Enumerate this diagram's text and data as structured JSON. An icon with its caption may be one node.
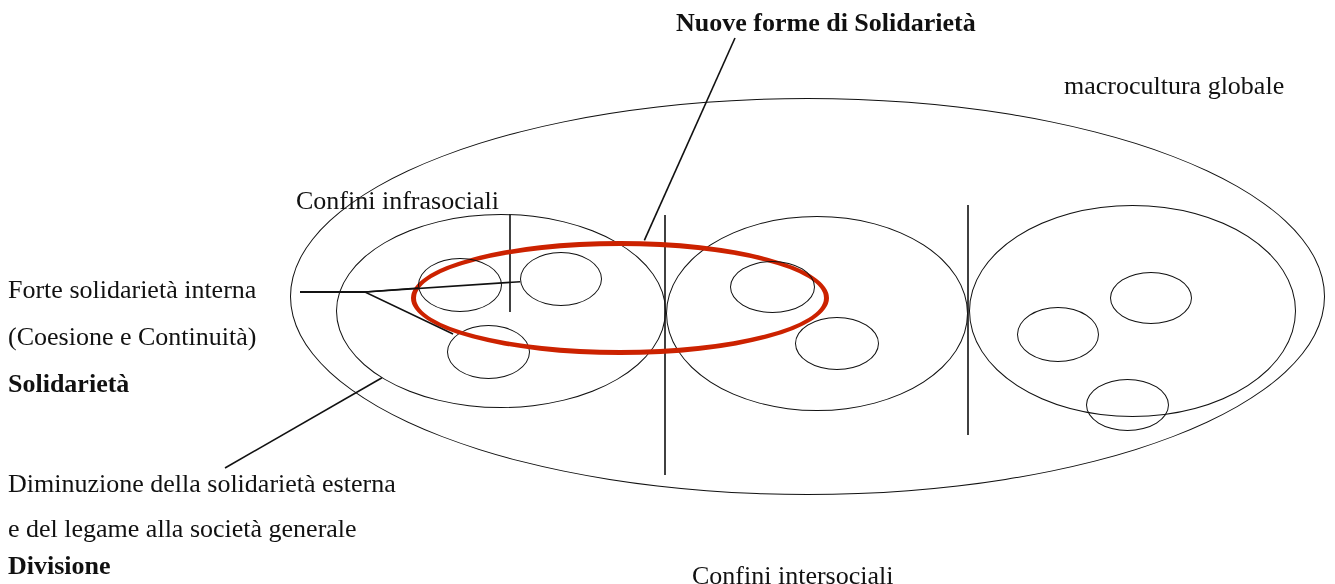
{
  "diagram": {
    "nodes": [
      {
        "text": [
          "Nuove forme di Solidarietà"
        ]
      },
      {
        "text": [
          "macrocultura globale"
        ]
      },
      {
        "text": [
          "Forte solidarietà interna (Coesione e Continuità)",
          "Solidarietà"
        ]
      },
      {
        "text": [],
        "shape": "circle",
        "in": 1
      },
      {
        "text": [],
        "shape": "circle"
      },
      {
        "text": [],
        "shape": "circle"
      },
      {
        "text": [],
        "shape": "circle",
        "in": 3
      },
      {
        "text": [],
        "shape": "circle",
        "in": 1
      },
      {
        "text": [],
        "shape": "circle"
      },
      {
        "text": [],
        "shape": "circle",
        "in": 7
      },
      {
        "text": [],
        "shape": "circle",
        "in": 1
      },
      {
        "text": [],
        "shape": "circle",
        "in": 10
      },
      {
        "text": [],
        "shape": "circle",
        "in": 10
      },
      {
        "text": [],
        "shape": "circle",
        "in": 1
      },
      {
        "text": [],
        "shape": "circle",
        "in": 1
      },
      {
        "text": [
          "Diminuzione della solidarietà esterna e del legame alla società generale",
          "Divisione"
        ]
      }
    ],
    "edges": [
      {
        "from": 0,
        "to": 14,
        "arrow": "none"
      },
      {
        "from": 2,
        "to": 5,
        "arrow": "none"
      },
      {
        "from": 2,
        "to": 4,
        "arrow": "none"
      },
      {
        "from": 2,
        "to": 6,
        "arrow": "none"
      },
      {
        "from": 15,
        "to": 3,
        "arrow": "none"
      }
    ],
    "labels": [
      "Confini infrasociali",
      "Confini intersociali"
    ]
  }
}
